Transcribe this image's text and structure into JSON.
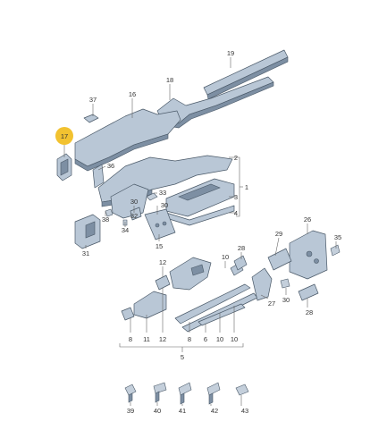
{
  "labels": {
    "p1": "1",
    "p2": "2",
    "p3": "3",
    "p4": "4",
    "p5": "5",
    "p6": "6",
    "p8": "8",
    "p10": "10",
    "p11": "11",
    "p12": "12",
    "p15": "15",
    "p16": "16",
    "p17": "17",
    "p18": "18",
    "p19": "19",
    "p26": "26",
    "p27": "27",
    "p28": "28",
    "p29": "29",
    "p30": "30",
    "p31": "31",
    "p32": "32",
    "p33": "33",
    "p34": "34",
    "p35": "35",
    "p36": "36",
    "p37": "37",
    "p38": "38",
    "p39": "39",
    "p40": "40",
    "p41": "41",
    "p42": "42",
    "p43": "43"
  },
  "colors": {
    "highlight": "#f2c230",
    "part_fill": "#b9c7d6",
    "part_stroke": "#4a5968",
    "leader": "#666666"
  },
  "highlighted_part": "17"
}
